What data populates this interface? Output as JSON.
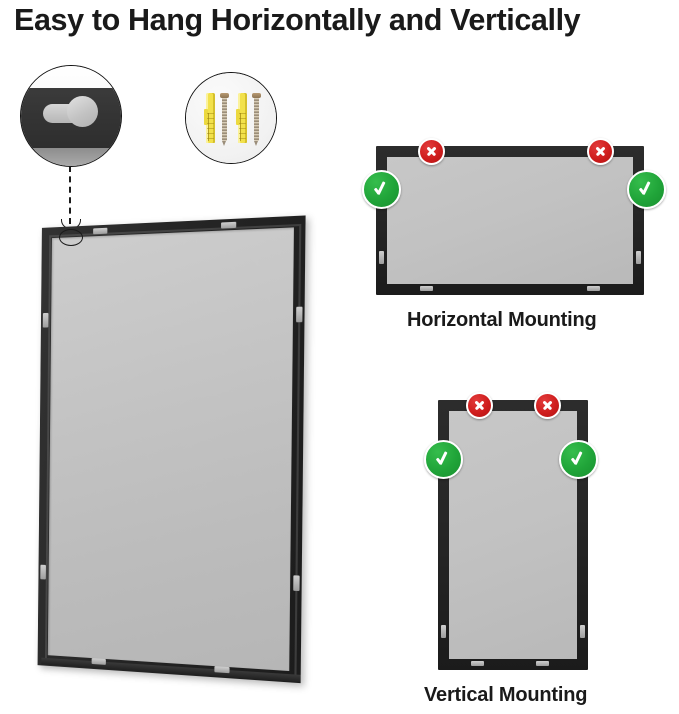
{
  "page": {
    "title": "Easy to Hang Horizontally and Vertically",
    "background_color": "#ffffff"
  },
  "colors": {
    "frame_dark": "#242424",
    "mat_gray": "#c2c2c2",
    "badge_red": "#cf1d1d",
    "badge_green": "#20a439",
    "badge_ring": "#ffffff",
    "anchor_yellow": "#f2e14b",
    "screw_metal": "#b3a68f",
    "text": "#1a1a1a"
  },
  "callouts": [
    {
      "id": "keyhole-detail",
      "icon": "keyhole-hanger-icon",
      "description": "keyhole hanger slot close-up"
    },
    {
      "id": "hardware-detail",
      "icon": "wall-anchors-and-screws-icon",
      "description": "two yellow wall anchors and two screws",
      "anchor_count": 2,
      "screw_count": 2
    }
  ],
  "main_frame": {
    "name": "picture-frame-perspective",
    "hanger_tab_count": 8,
    "leader_line": "dashed"
  },
  "diagrams": [
    {
      "id": "horizontal",
      "caption": "Horizontal Mounting",
      "orientation": "landscape",
      "markers": [
        {
          "type": "x",
          "symbol": "✕",
          "position": "top-left"
        },
        {
          "type": "x",
          "symbol": "✕",
          "position": "top-right"
        },
        {
          "type": "check",
          "symbol": "✓",
          "position": "left-side"
        },
        {
          "type": "check",
          "symbol": "✓",
          "position": "right-side"
        }
      ]
    },
    {
      "id": "vertical",
      "caption": "Vertical Mounting",
      "orientation": "portrait",
      "markers": [
        {
          "type": "x",
          "symbol": "✕",
          "position": "top-left"
        },
        {
          "type": "x",
          "symbol": "✕",
          "position": "top-right"
        },
        {
          "type": "check",
          "symbol": "✓",
          "position": "left-side"
        },
        {
          "type": "check",
          "symbol": "✓",
          "position": "right-side"
        }
      ]
    }
  ]
}
